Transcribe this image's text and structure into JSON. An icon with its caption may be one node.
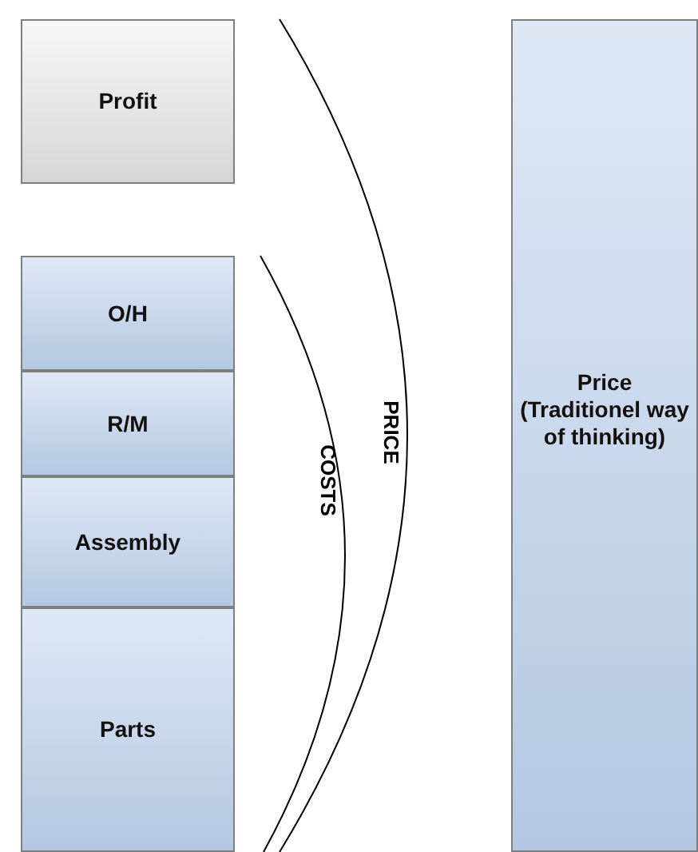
{
  "diagram": {
    "nodes": [
      {
        "text": [
          "Profit"
        ]
      },
      {
        "text": [
          "O/H"
        ]
      },
      {
        "text": [
          "R/M"
        ]
      },
      {
        "text": [
          "Assembly"
        ]
      },
      {
        "text": [
          "Parts"
        ]
      },
      {
        "text": [
          "Price (Traditionel way of thinking)"
        ]
      }
    ],
    "labels": [
      "PRICE",
      "COSTS"
    ]
  }
}
